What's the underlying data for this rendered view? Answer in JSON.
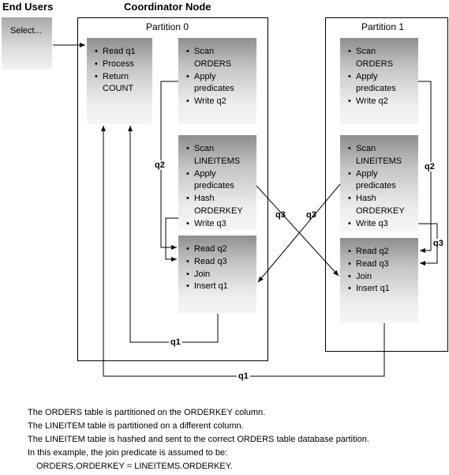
{
  "headers": {
    "end_users": "End Users",
    "coordinator_node": "Coordinator Node"
  },
  "select_box": {
    "label": "Select..."
  },
  "partitions": [
    {
      "title": "Partition 0",
      "coordinator_box": {
        "items": [
          "Read q1",
          "Process",
          "Return|COUNT"
        ]
      },
      "scan_box": {
        "items": [
          "Scan|ORDERS",
          "Apply|predicates",
          "Write q2"
        ]
      },
      "lineitem_box": {
        "items": [
          "Scan|LINEITEMS",
          "Apply|predicates",
          "Hash|ORDERKEY",
          "Write q3"
        ]
      },
      "join_box": {
        "items": [
          "Read q2",
          "Read q3",
          "Join",
          "Insert q1"
        ]
      }
    },
    {
      "title": "Partition 1",
      "scan_box": {
        "items": [
          "Scan|ORDERS",
          "Apply|predicates",
          "Write q2"
        ]
      },
      "lineitem_box": {
        "items": [
          "Scan|LINEITEMS",
          "Apply|predicates",
          "Hash|ORDERKEY",
          "Write q3"
        ]
      },
      "join_box": {
        "items": [
          "Read q2",
          "Read q3",
          "Join",
          "Insert q1"
        ]
      }
    }
  ],
  "flow_labels": {
    "p0_q2": "q2",
    "cross_q3_left": "q3",
    "cross_q3_right": "q3",
    "p1_q2": "q2",
    "p1_q3": "q3",
    "p0_q1": "q1",
    "bottom_q1": "q1"
  },
  "notes": [
    "The ORDERS table is partitioned on the ORDERKEY column.",
    "The LINEITEM table is partitioned on a different column.",
    "The LINEITEM table is hashed and sent to the correct ORDERS table database partition.",
    "In this example, the join predicate is assumed to be:",
    "ORDERS.ORDERKEY = LINEITEMS.ORDERKEY."
  ],
  "colors": {
    "line": "#000000",
    "box_top": "#8e8e8e",
    "box_bottom": "#f6f6f6"
  }
}
